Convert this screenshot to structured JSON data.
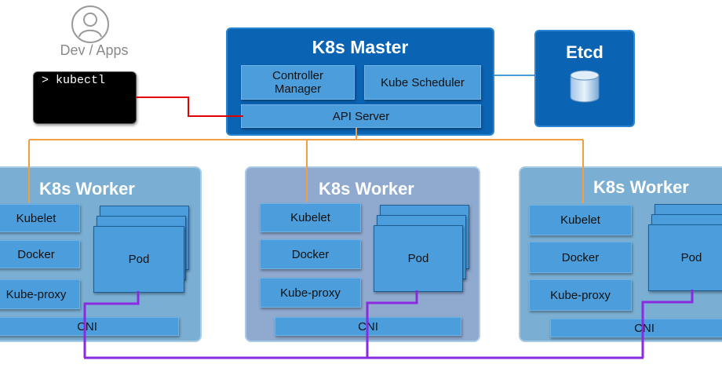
{
  "dev": {
    "label": "Dev / Apps"
  },
  "terminal": {
    "command": "> kubectl"
  },
  "master": {
    "title": "K8s Master",
    "controller_manager": "Controller\nManager",
    "kube_scheduler": "Kube Scheduler",
    "api_server": "API Server"
  },
  "etcd": {
    "title": "Etcd"
  },
  "workers": [
    {
      "title": "K8s Worker",
      "kubelet": "Kubelet",
      "docker": "Docker",
      "kube_proxy": "Kube-proxy",
      "pod": "Pod",
      "cni": "CNI"
    },
    {
      "title": "K8s Worker",
      "kubelet": "Kubelet",
      "docker": "Docker",
      "kube_proxy": "Kube-proxy",
      "pod": "Pod",
      "cni": "CNI"
    },
    {
      "title": "K8s Worker",
      "kubelet": "Kubelet",
      "docker": "Docker",
      "kube_proxy": "Kube-proxy",
      "pod": "Pod",
      "cni": "CNI"
    }
  ],
  "colors": {
    "master_fill": "#0b63b3",
    "worker_fill": "#7aaed3",
    "component_fill": "#4b9ddc",
    "api_link": "#f0a040",
    "kubectl_link": "#e00000",
    "cni_link": "#8a2be2",
    "etcd_link": "#4b9ddc"
  }
}
